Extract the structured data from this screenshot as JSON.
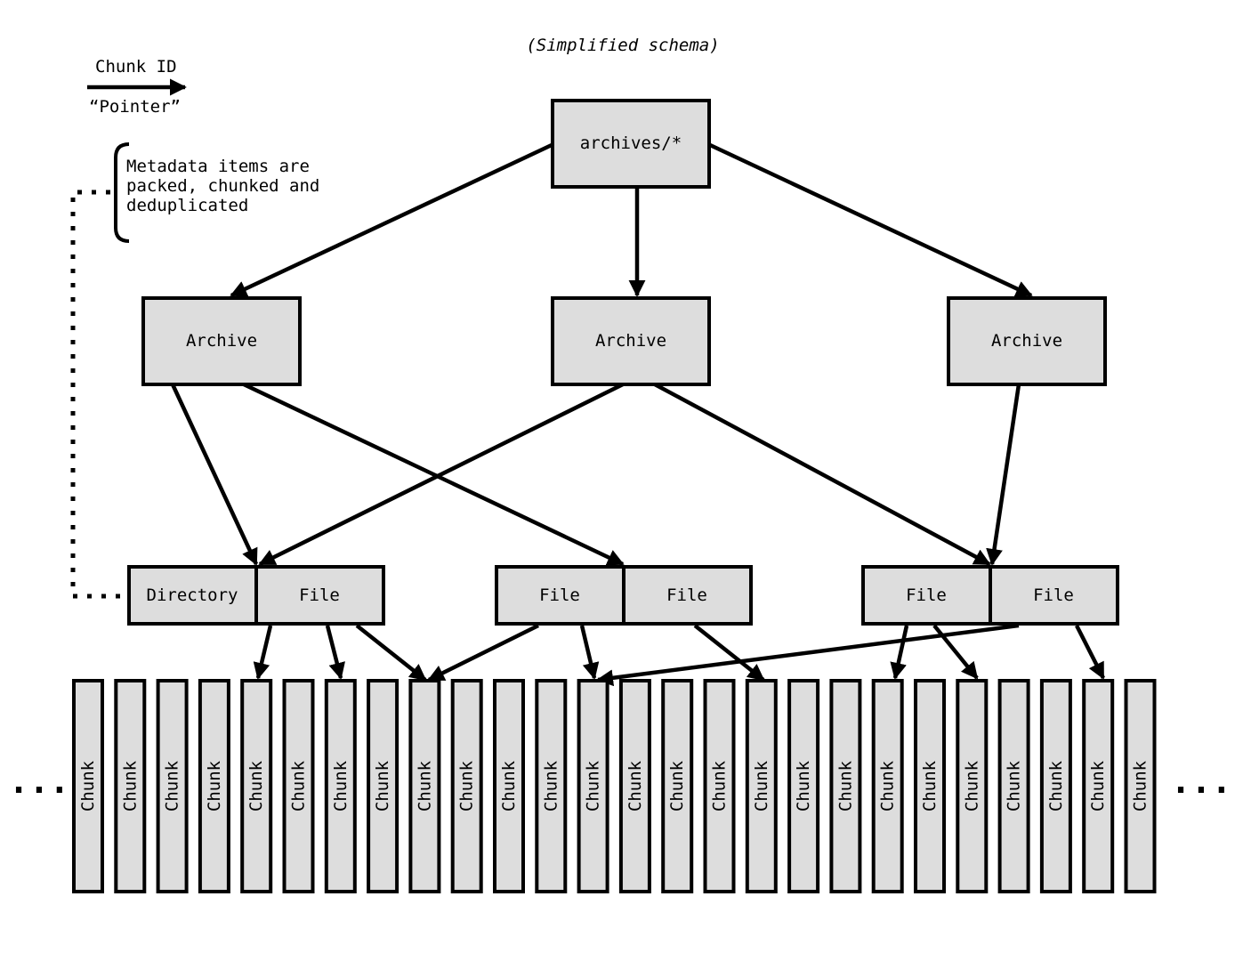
{
  "title": "(Simplified schema)",
  "legend": {
    "top_label": "Chunk ID",
    "bottom_label": "“Pointer”"
  },
  "note": {
    "lines": [
      "Metadata items are",
      "packed, chunked and",
      "deduplicated"
    ]
  },
  "root": {
    "label": "archives/*"
  },
  "archives": [
    {
      "label": "Archive"
    },
    {
      "label": "Archive"
    },
    {
      "label": "Archive"
    }
  ],
  "items": [
    {
      "label": "Directory"
    },
    {
      "label": "File"
    },
    {
      "label": "File"
    },
    {
      "label": "File"
    },
    {
      "label": "File"
    },
    {
      "label": "File"
    }
  ],
  "chunks": {
    "label": "Chunk",
    "count": 26
  },
  "ellipsis": {
    "left": "...",
    "right": "..."
  },
  "colors": {
    "box_fill": "#dddddd",
    "stroke": "#000000",
    "background": "#ffffff"
  }
}
